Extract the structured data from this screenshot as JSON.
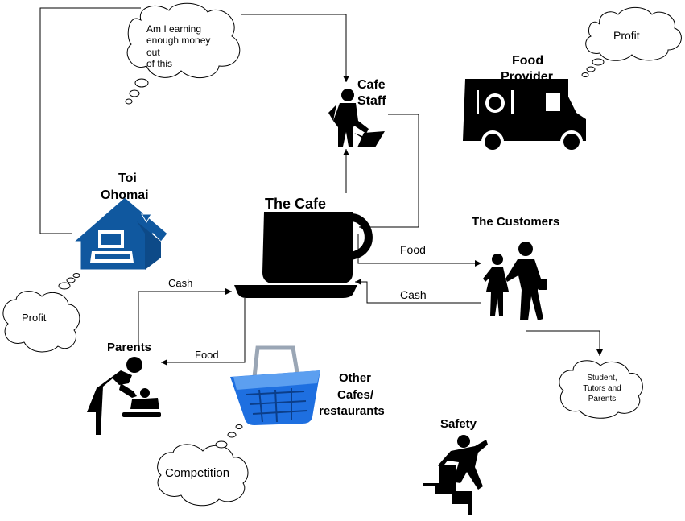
{
  "nodes": {
    "cafe": "The Cafe",
    "cafe_staff_1": "Cafe",
    "cafe_staff_2": "Staff",
    "food_provider_1": "Food",
    "food_provider_2": "Provider",
    "toi_1": "Toi",
    "toi_2": "Ohomai",
    "customers": "The Customers",
    "parents": "Parents",
    "other_1": "Other",
    "other_2": "Cafes/",
    "other_3": "restaurants",
    "safety": "Safety"
  },
  "thoughts": {
    "staff_1": "Am I earning",
    "staff_2": "enough money",
    "staff_3": "out",
    "staff_4": "of this",
    "provider": "Profit",
    "toi": "Profit",
    "competition": "Competition",
    "customers_1": "Student,",
    "customers_2": "Tutors and",
    "customers_3": "Parents"
  },
  "edges": {
    "food_to_customers": "Food",
    "cash_from_customers": "Cash",
    "cash_from_parents": "Cash",
    "food_to_parents": "Food"
  },
  "colors": {
    "ink": "#000000",
    "house": "#10589f",
    "basket": "#1e6fe0"
  }
}
